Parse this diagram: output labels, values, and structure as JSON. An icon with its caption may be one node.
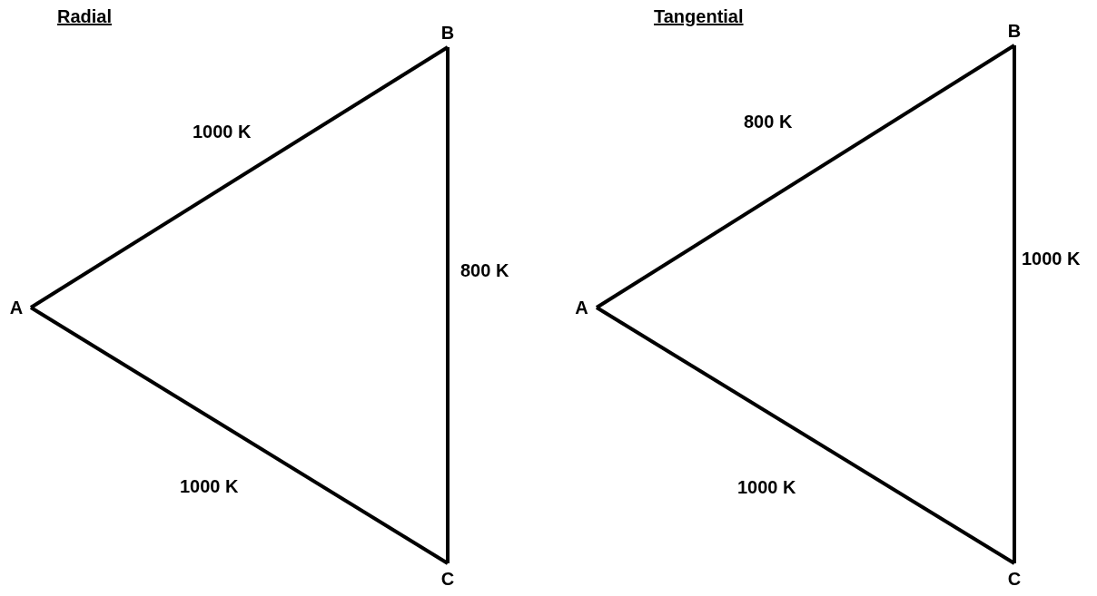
{
  "diagram": {
    "nodes": [
      {
        "text": [
          "B"
        ]
      },
      {
        "text": [
          "A"
        ]
      },
      {
        "text": [
          "C"
        ]
      },
      {
        "text": [
          "B"
        ]
      },
      {
        "text": [
          "A"
        ]
      },
      {
        "text": [
          "C"
        ]
      }
    ],
    "edges": [
      {
        "from": 1,
        "to": 0,
        "arrow": "none",
        "label": "1000 K"
      },
      {
        "from": 0,
        "to": 2,
        "arrow": "none",
        "label": "800 K"
      },
      {
        "from": 1,
        "to": 2,
        "arrow": "none",
        "label": "1000 K"
      },
      {
        "from": 4,
        "to": 3,
        "arrow": "none",
        "label": "800 K"
      },
      {
        "from": 3,
        "to": 5,
        "arrow": "none",
        "label": "1000 K"
      },
      {
        "from": 4,
        "to": 5,
        "arrow": "none",
        "label": "1000 K"
      }
    ],
    "labels": [
      "Radial",
      "Tangential"
    ]
  }
}
